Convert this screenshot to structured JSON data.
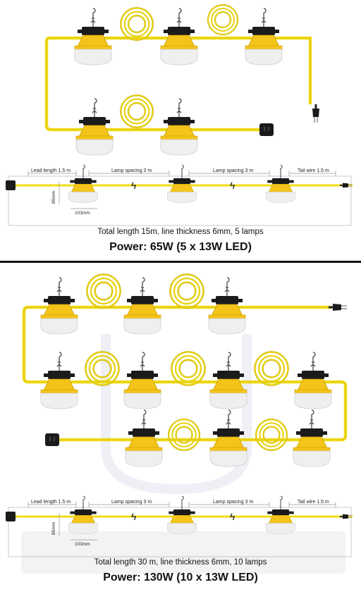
{
  "colors": {
    "cable": "#f1dc1a",
    "cable_stroke": "#c9b200",
    "lamp_base": "#f4c41a",
    "lamp_body": "#1b1b1b",
    "diffuser": "#f2f2f2",
    "dimension_line": "#888888"
  },
  "icons": [
    "hook-icon",
    "lamp-icon",
    "plug-icon",
    "socket-icon",
    "coil-icon",
    "break-icon"
  ],
  "top_panel": {
    "dimensions": {
      "lead": "Lead length 1.5 m",
      "spacing_1": "Lamp spacing 3 m",
      "spacing_2": "Lamp spacing 3 m",
      "tail": "Tail wire 1.5 m",
      "height": "85mm",
      "width": "103mm"
    },
    "summary": "Total length 15m, line thickness 6mm, 5 lamps",
    "power": "Power: 65W (5 x 13W LED)"
  },
  "bottom_panel": {
    "dimensions": {
      "lead": "Lead length 1.5 m",
      "spacing_1": "Lamp spacing 3 m",
      "spacing_2": "Lamp spacing 3 m",
      "tail": "Tail wire 1.5 m",
      "height": "85mm",
      "width": "103mm"
    },
    "summary": "Total length 30 m, line thickness 6mm, 10 lamps",
    "power": "Power: 130W (10 x 13W LED)"
  }
}
